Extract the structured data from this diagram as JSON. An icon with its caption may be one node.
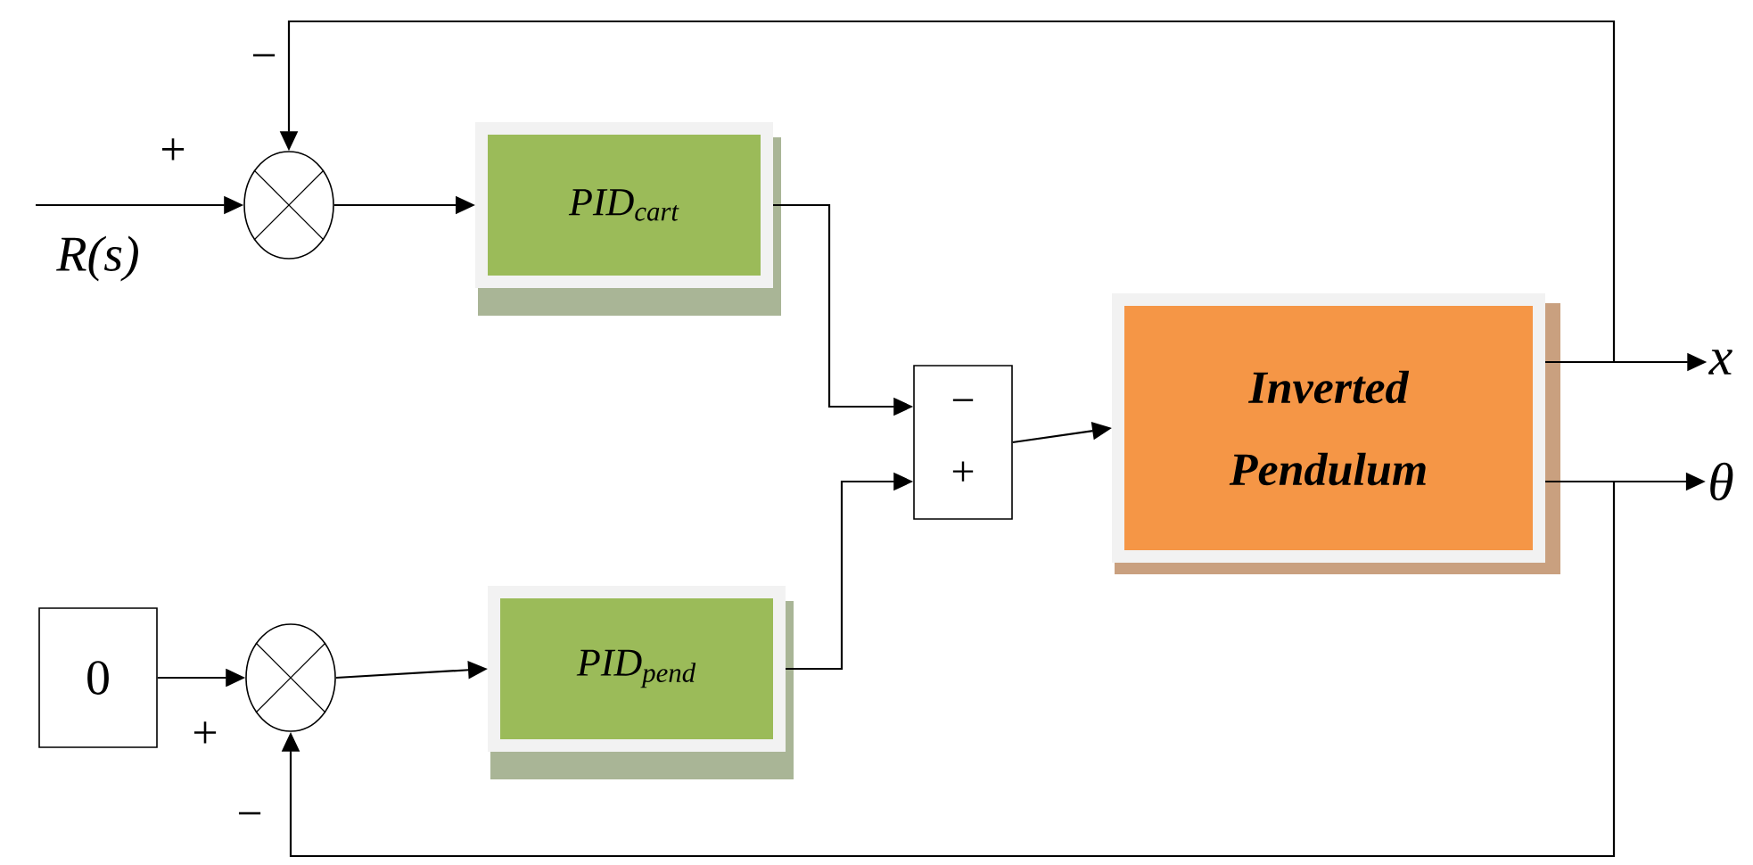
{
  "diagram": {
    "nodes": [
      {
        "text": [],
        "shape": "circle"
      },
      {
        "text": [
          "PID$_{cart}$"
        ]
      },
      {
        "text": [],
        "shape": "circle"
      },
      {
        "text": [
          "0"
        ]
      },
      {
        "text": [
          "PID$_{pend}$"
        ]
      },
      {
        "text": [
          "−",
          "+"
        ]
      },
      {
        "text": [
          "Inverted Pendulum"
        ]
      },
      {
        "text": [
          "x"
        ]
      },
      {
        "text": [
          "θ"
        ]
      }
    ],
    "edges": [
      {
        "from": null,
        "to": 0,
        "arrow": "to"
      },
      {
        "from": 0,
        "to": 1,
        "arrow": "to"
      },
      {
        "from": 3,
        "to": 2,
        "arrow": "to"
      },
      {
        "from": 2,
        "to": 4,
        "arrow": "to"
      },
      {
        "from": 1,
        "to": 5,
        "arrow": "to"
      },
      {
        "from": 4,
        "to": 5,
        "arrow": "to"
      },
      {
        "from": 5,
        "to": 6,
        "arrow": "to"
      },
      {
        "from": 6,
        "to": 7,
        "arrow": "to"
      },
      {
        "from": 6,
        "to": 8,
        "arrow": "to"
      },
      {
        "from": 6,
        "to": 0,
        "arrow": "to"
      },
      {
        "from": 6,
        "to": 2,
        "arrow": "to"
      }
    ],
    "labels": [
      "−",
      "+",
      "R(s)",
      "+",
      "−"
    ]
  }
}
